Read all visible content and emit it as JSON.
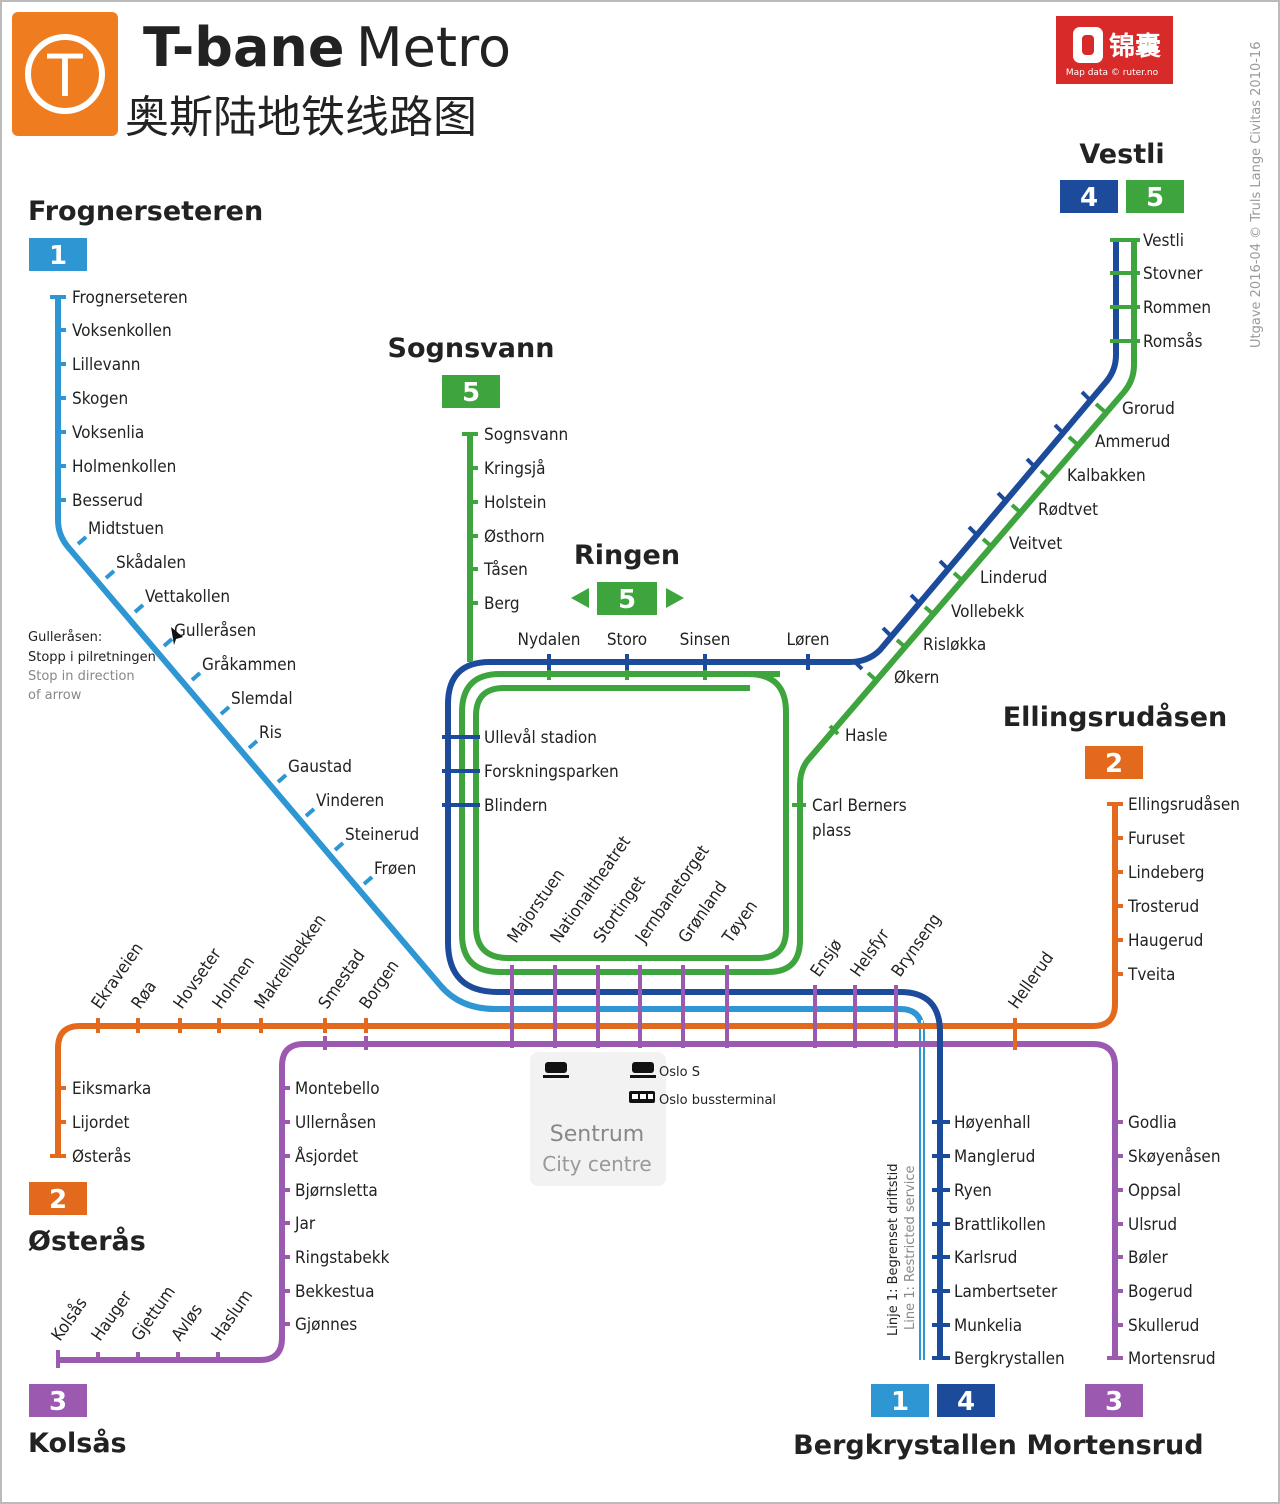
{
  "header": {
    "title_bold": "T-bane",
    "title_light": "Metro",
    "subtitle_cn": "奥斯陆地铁线路图",
    "logo_letter": "T",
    "brand_name": "锦囊",
    "brand_small": "Map data © ruter.no",
    "credit": "Utgave 2016-04 © Truls Lange Civitas 2010-16"
  },
  "colors": {
    "line1": "#2e96d3",
    "line2": "#e36a1c",
    "line3": "#9b59b0",
    "line4": "#1d4b9b",
    "line5": "#3ea43d",
    "logo_orange": "#ef7d1f",
    "brand_red": "#d92a2a"
  },
  "terminals": {
    "frognerseteren": {
      "name": "Frognerseteren",
      "line": "1"
    },
    "sognsvann": {
      "name": "Sognsvann",
      "line": "5"
    },
    "ringen": {
      "name": "Ringen",
      "line": "5"
    },
    "vestli": {
      "name": "Vestli",
      "line_a": "4",
      "line_b": "5"
    },
    "ellingsrudasen": {
      "name": "Ellingsrudåsen",
      "line": "2"
    },
    "osteras": {
      "name": "Østerås",
      "line": "2"
    },
    "kolsas": {
      "name": "Kolsås",
      "line": "3"
    },
    "bergkrystallen": {
      "name": "Bergkrystallen",
      "line_a": "1",
      "line_b": "4"
    },
    "mortensrud": {
      "name": "Mortensrud",
      "line": "3"
    }
  },
  "stations": {
    "line1": [
      "Frognerseteren",
      "Voksenkollen",
      "Lillevann",
      "Skogen",
      "Voksenlia",
      "Holmenkollen",
      "Besserud",
      "Midtstuen",
      "Skådalen",
      "Vettakollen",
      "Gulleråsen",
      "Gråkammen",
      "Slemdal",
      "Ris",
      "Gaustad",
      "Vinderen",
      "Steinerud",
      "Frøen"
    ],
    "sognsvann": [
      "Sognsvann",
      "Kringsjå",
      "Holstein",
      "Østhorn",
      "Tåsen",
      "Berg"
    ],
    "ring_north": [
      "Nydalen",
      "Storo",
      "Sinsen",
      "Løren"
    ],
    "ring_west": [
      "Ullevål stadion",
      "Forskningsparken",
      "Blindern"
    ],
    "carl_berner": [
      "Carl Berners",
      "plass"
    ],
    "vestli": [
      "Vestli",
      "Stovner",
      "Rommen",
      "Romsås",
      "Grorud",
      "Ammerud",
      "Kalbakken",
      "Rødtvet",
      "Veitvet",
      "Linderud",
      "Vollebekk",
      "Risløkka",
      "Økern",
      "Hasle"
    ],
    "centre": [
      "Majorstuen",
      "Nationaltheatret",
      "Stortinget",
      "Jernbanetorget",
      "Grønland",
      "Tøyen"
    ],
    "east_common": [
      "Ensjø",
      "Helsfyr",
      "Brynseng"
    ],
    "line2_west": [
      "Ekraveien",
      "Røa",
      "Hovseter",
      "Holmen",
      "Makrellbekken",
      "Smestad",
      "Borgen"
    ],
    "line2_osteras": [
      "Eiksmarka",
      "Lijordet",
      "Østerås"
    ],
    "line2_east": [
      "Hellerud"
    ],
    "ellingsrudasen": [
      "Ellingsrudåsen",
      "Furuset",
      "Lindeberg",
      "Trosterud",
      "Haugerud",
      "Tveita"
    ],
    "kolsas_branch": [
      "Montebello",
      "Ullernåsen",
      "Åsjordet",
      "Bjørnsletta",
      "Jar",
      "Ringstabekk",
      "Bekkestua",
      "Gjønnes"
    ],
    "kolsas_west": [
      "Kolsås",
      "Hauger",
      "Gjettum",
      "Avløs",
      "Haslum"
    ],
    "bergkrystallen": [
      "Høyenhall",
      "Manglerud",
      "Ryen",
      "Brattlikollen",
      "Karlsrud",
      "Lambertseter",
      "Munkelia",
      "Bergkrystallen"
    ],
    "mortensrud": [
      "Godlia",
      "Skøyenåsen",
      "Oppsal",
      "Ulsrud",
      "Bøler",
      "Bogerud",
      "Skullerud",
      "Mortensrud"
    ]
  },
  "notes": {
    "gulleraasen_no_title": "Gulleråsen:",
    "gulleraasen_no_text": "Stopp i pilretningen",
    "gulleraasen_en_1": "Stop in direction",
    "gulleraasen_en_2": "of arrow",
    "restricted_no": "Linje 1: Begrenset driftstid",
    "restricted_en": "Line 1: Restricted service",
    "oslo_s": "Oslo S",
    "bus_terminal": "Oslo bussterminal",
    "sentrum": "Sentrum",
    "city_centre": "City centre"
  }
}
